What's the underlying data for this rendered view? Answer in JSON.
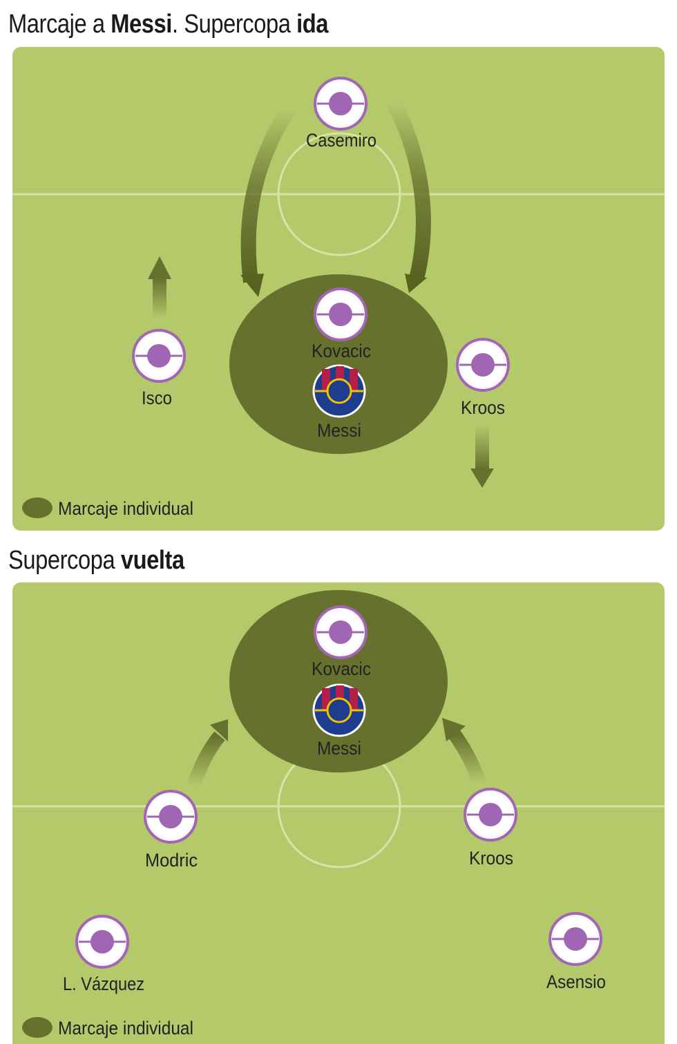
{
  "ida": {
    "title_parts": [
      "Marcaje a ",
      "Messi",
      ". Supercopa ",
      "ida"
    ],
    "legend": "Marcaje individual",
    "players": {
      "casemiro": "Casemiro",
      "kovacic": "Kovacic",
      "messi": "Messi",
      "isco": "Isco",
      "kroos": "Kroos"
    }
  },
  "vuelta": {
    "title_parts": [
      "Supercopa ",
      "vuelta"
    ],
    "legend": "Marcaje individual",
    "players": {
      "kovacic": "Kovacic",
      "messi": "Messi",
      "modric": "Modric",
      "kroos": "Kroos",
      "vazquez": "L. Vázquez",
      "asensio": "Asensio"
    }
  },
  "colors": {
    "pitch": "#b3c96a",
    "marking_zone": "#67712e",
    "player_fill": "#a066b4",
    "player_ring": "#ffffff",
    "barca_blue": "#1e3d8f",
    "barca_red": "#b2204a",
    "barca_ring": "#f2c300"
  }
}
